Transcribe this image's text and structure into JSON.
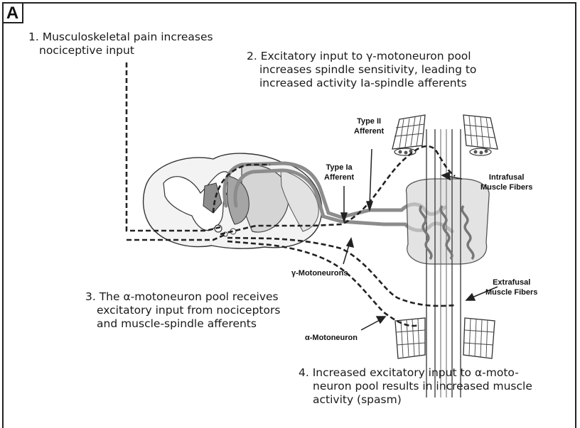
{
  "panel": {
    "letter": "A"
  },
  "steps": [
    {
      "lines": [
        "1. Musculoskeletal pain increases",
        "nociceptive input"
      ]
    },
    {
      "lines": [
        "2. Excitatory input to γ-motoneuron pool",
        "increases spindle sensitivity, leading to",
        "increased activity Ia-spindle afferents"
      ]
    },
    {
      "lines": [
        "3. The α-motoneuron pool receives",
        "excitatory input from nociceptors",
        "and muscle-spindle afferents"
      ]
    },
    {
      "lines": [
        "4. Increased excitatory input to α-moto-",
        "neuron pool results in increased muscle",
        "activity (spasm)"
      ]
    }
  ],
  "labels": {
    "type_ii": [
      "Type II",
      "Afferent"
    ],
    "type_ia": [
      "Type Ia",
      "Afferent"
    ],
    "intrafusal": [
      "Intrafusal",
      "Muscle Fibers"
    ],
    "gamma_mn": "γ-Motoneurons",
    "extrafusal": [
      "Extrafusal",
      "Muscle Fibers"
    ],
    "alpha_mn": "α-Motoneuron"
  }
}
